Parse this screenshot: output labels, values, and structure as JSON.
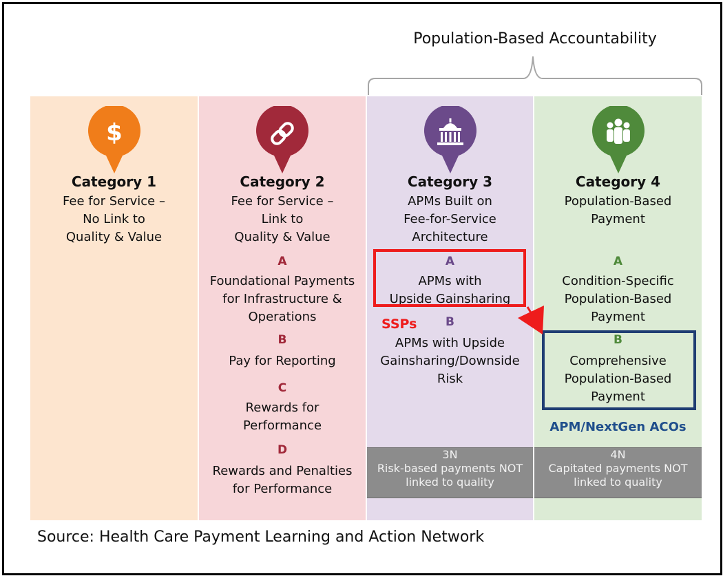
{
  "header": {
    "title": "Population-Based Accountability"
  },
  "categories": [
    {
      "title": "Category 1",
      "description": [
        "Fee for Service –",
        "No Link to",
        "Quality & Value"
      ],
      "icon": "dollar-icon",
      "color": "#f07d1a"
    },
    {
      "title": "Category 2",
      "description": [
        "Fee for Service –",
        "Link to",
        "Quality & Value"
      ],
      "icon": "link-icon",
      "color": "#a1293a",
      "items": [
        {
          "letter": "A",
          "text": [
            "Foundational Payments",
            "for Infrastructure &",
            "Operations"
          ]
        },
        {
          "letter": "B",
          "text": [
            "Pay for Reporting"
          ]
        },
        {
          "letter": "C",
          "text": [
            "Rewards for",
            "Performance"
          ]
        },
        {
          "letter": "D",
          "text": [
            "Rewards and Penalties",
            "for Performance"
          ]
        }
      ]
    },
    {
      "title": "Category 3",
      "description": [
        "APMs Built on",
        "Fee-for-Service",
        "Architecture"
      ],
      "icon": "capitol-building-icon",
      "color": "#6b4a8a",
      "items": [
        {
          "letter": "A",
          "text": [
            "APMs with",
            "Upside Gainsharing"
          ]
        },
        {
          "letter": "B",
          "text": [
            "APMs with Upside",
            "Gainsharing/Downside",
            "Risk"
          ]
        }
      ],
      "n_box": [
        "3N",
        "Risk-based payments NOT",
        "linked to quality"
      ]
    },
    {
      "title": "Category 4",
      "description": [
        "Population-Based",
        "Payment"
      ],
      "icon": "group-people-icon",
      "color": "#4f8a3b",
      "items": [
        {
          "letter": "A",
          "text": [
            "Condition-Specific",
            "Population-Based",
            "Payment"
          ]
        },
        {
          "letter": "B",
          "text": [
            "Comprehensive",
            "Population-Based",
            "Payment"
          ]
        }
      ],
      "n_box": [
        "4N",
        "Capitated payments NOT",
        "linked to quality"
      ]
    }
  ],
  "annotations": {
    "ssps_label": "SSPs",
    "aco_label": "APM/NextGen ACOs",
    "red": "#ee1c1c",
    "blue": "#1f3d73"
  },
  "footer": {
    "source": "Source: Health Care Payment Learning and Action Network"
  }
}
